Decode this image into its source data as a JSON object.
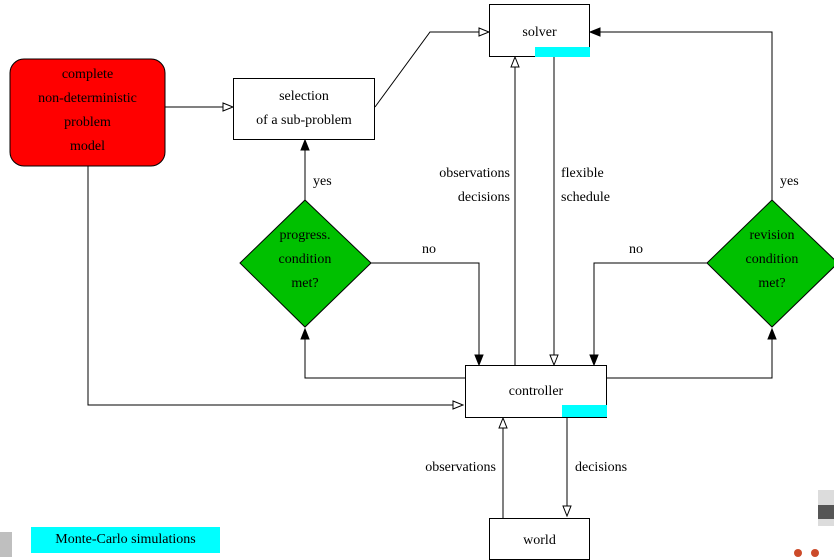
{
  "nodes": {
    "model": "complete\nnon-deterministic\nproblem\nmodel",
    "selection": "selection\nof a sub-problem",
    "solver": "solver",
    "progress": "progress.\ncondition\nmet?",
    "revision": "revision\ncondition\nmet?",
    "controller": "controller",
    "world": "world"
  },
  "edge_labels": {
    "yes_left": "yes",
    "yes_right": "yes",
    "no_left": "no",
    "no_right": "no",
    "obs_decisions_up": "observations\ndecisions",
    "flexible_schedule": "flexible\nschedule",
    "observations_world": "observations",
    "decisions_world": "decisions"
  },
  "legend": "Monte-Carlo simulations",
  "colors": {
    "model_fill": "#ff0000",
    "diamond_fill": "#00c000",
    "stochastic_tag": "#00ffff"
  }
}
